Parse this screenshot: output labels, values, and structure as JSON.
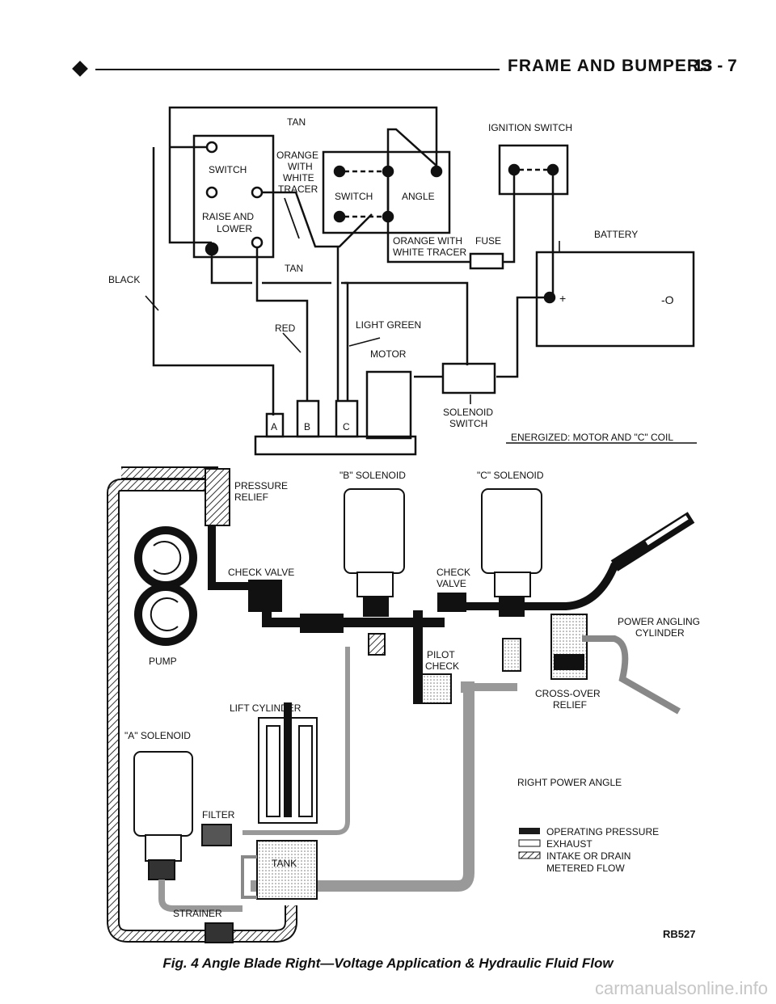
{
  "header": {
    "section": "FRAME AND BUMPERS",
    "page": "13 - 7"
  },
  "electrical": {
    "tan_top": "TAN",
    "ignition_switch": "IGNITION SWITCH",
    "switch_label": "SWITCH",
    "raise_lower_1": "RAISE AND",
    "raise_lower_2": "LOWER",
    "orange_1": "ORANGE",
    "orange_2": "WITH",
    "orange_3": "WHITE",
    "orange_4": "TRACER",
    "angle_switch": "SWITCH",
    "angle": "ANGLE",
    "orange_tracer_1": "ORANGE WITH",
    "orange_tracer_2": "WHITE TRACER",
    "fuse": "FUSE",
    "battery": "BATTERY",
    "plus": "+",
    "minus": "-O",
    "black": "BLACK",
    "tan_mid": "TAN",
    "red": "RED",
    "light_green": "LIGHT GREEN",
    "motor": "MOTOR",
    "term_a": "A",
    "term_b": "B",
    "term_c": "C",
    "solenoid_switch_1": "SOLENOID",
    "solenoid_switch_2": "SWITCH",
    "energized": "ENERGIZED: MOTOR AND \"C\" COIL"
  },
  "hydraulic": {
    "pressure_relief_1": "PRESSURE",
    "pressure_relief_2": "RELIEF",
    "b_solenoid": "\"B\" SOLENOID",
    "c_solenoid": "\"C\" SOLENOID",
    "check_valve_1": "CHECK VALVE",
    "check_valve_2a": "CHECK",
    "check_valve_2b": "VALVE",
    "power_angling_1": "POWER ANGLING",
    "power_angling_2": "CYLINDER",
    "pump": "PUMP",
    "pilot_1": "PILOT",
    "pilot_2": "CHECK",
    "crossover_1": "CROSS-OVER",
    "crossover_2": "RELIEF",
    "lift_cylinder": "LIFT CYLINDER",
    "a_solenoid": "\"A\" SOLENOID",
    "filter": "FILTER",
    "tank": "TANK",
    "strainer": "STRAINER",
    "right_power_angle": "RIGHT POWER ANGLE"
  },
  "legend": [
    {
      "label": "OPERATING PRESSURE",
      "pattern": "pressure"
    },
    {
      "label": "EXHAUST",
      "pattern": "exhaust"
    },
    {
      "label": "INTAKE OR DRAIN",
      "pattern": "intake"
    },
    {
      "label": "METERED FLOW",
      "pattern": "none"
    }
  ],
  "figure_code": "RB527",
  "caption": "Fig. 4 Angle Blade Right—Voltage Application & Hydraulic Fluid Flow",
  "watermark": "carmanualsonline.info",
  "colors": {
    "ink": "#111111",
    "pressure": "#1a1a1a",
    "exhaust": "#bdbdbd",
    "intake": "#6e6e6e"
  }
}
